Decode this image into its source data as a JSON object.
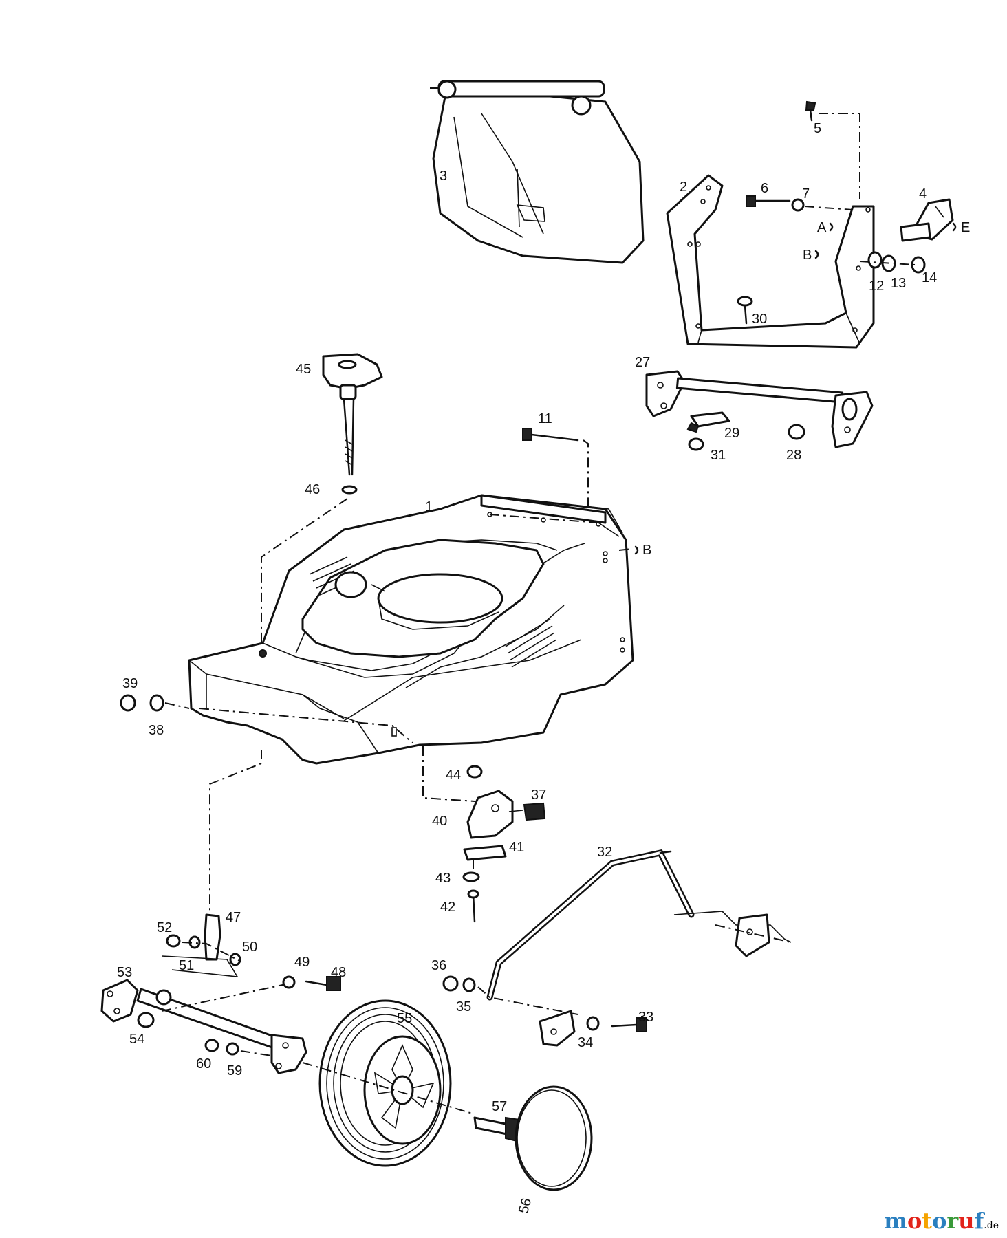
{
  "diagram": {
    "part_labels": [
      "1",
      "2",
      "3",
      "4",
      "5",
      "6",
      "7",
      "11",
      "12",
      "13",
      "14",
      "27",
      "28",
      "29",
      "30",
      "31",
      "32",
      "33",
      "34",
      "35",
      "36",
      "37",
      "38",
      "39",
      "40",
      "41",
      "42",
      "43",
      "44",
      "45",
      "46",
      "47",
      "48",
      "49",
      "50",
      "51",
      "52",
      "53",
      "54",
      "55",
      "56",
      "57",
      "59",
      "60"
    ],
    "connection_markers": [
      "A",
      "B",
      "B",
      "E"
    ]
  },
  "watermark": {
    "text": "motoruf",
    "suffix": ".de",
    "colors": [
      "#2a7fbf",
      "#e2231a",
      "#f5a300",
      "#2a7fbf",
      "#3a9a3a",
      "#e2231a",
      "#2a7fbf"
    ]
  }
}
